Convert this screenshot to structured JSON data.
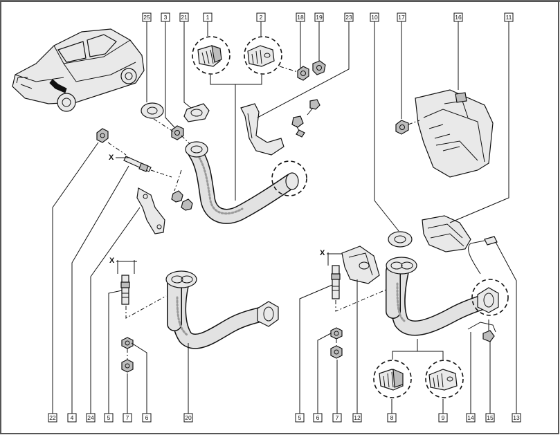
{
  "title": "",
  "x_marker": "X",
  "labels_top": [
    "25",
    "3",
    "21",
    "1",
    "2",
    "18",
    "19",
    "23",
    "10",
    "17",
    "16",
    "11"
  ],
  "labels_bottom": [
    "22",
    "4",
    "24",
    "5",
    "7",
    "6",
    "20",
    "5",
    "6",
    "7",
    "12",
    "8",
    "9",
    "14",
    "15",
    "13"
  ]
}
